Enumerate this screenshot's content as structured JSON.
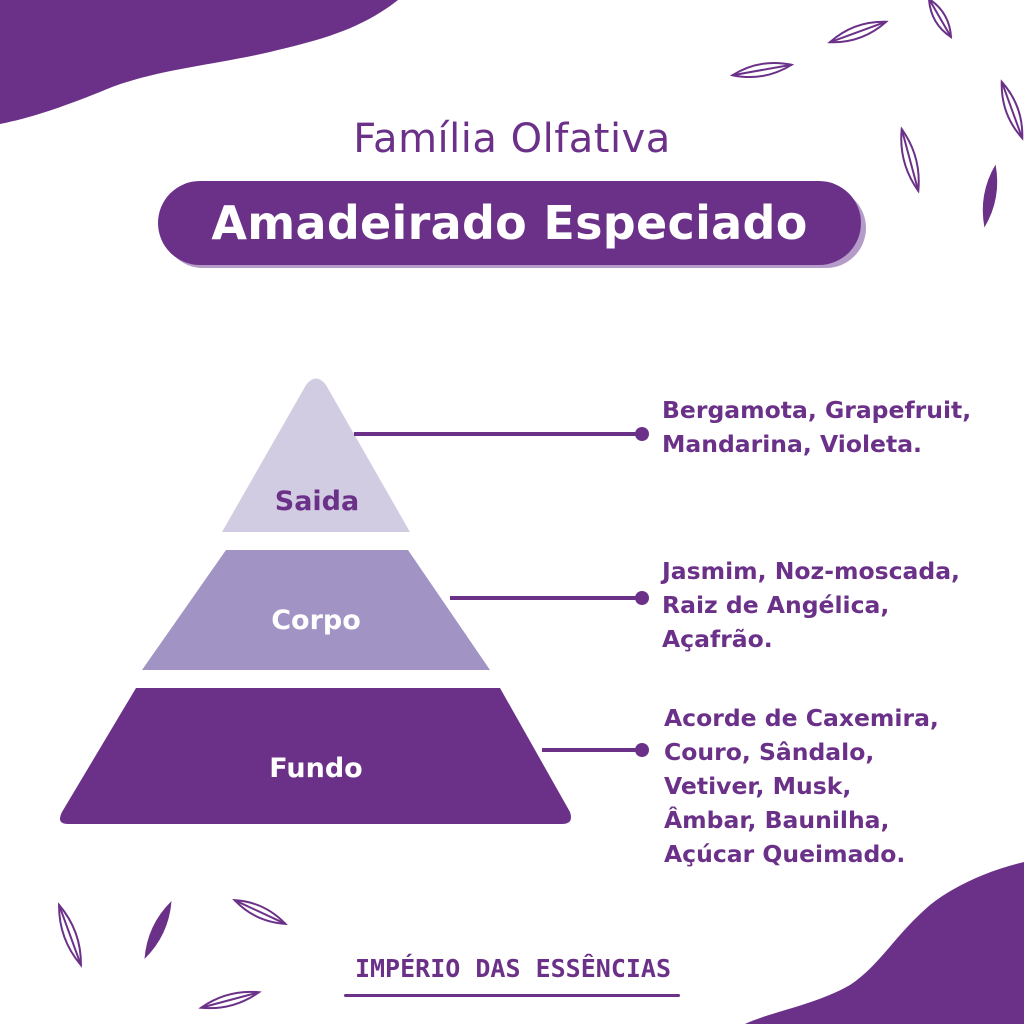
{
  "header": {
    "subtitle": "Família Olfativa",
    "family_name": "Amadeirado Especiado"
  },
  "pyramid": {
    "tiers": [
      {
        "label": "Saida",
        "notes": [
          "Bergamota, Grapefruit,",
          "Mandarina, Violeta."
        ]
      },
      {
        "label": "Corpo",
        "notes": [
          "Jasmim, Noz-moscada,",
          "Raiz de Angélica,",
          "Açafrão."
        ]
      },
      {
        "label": "Fundo",
        "notes": [
          "Acorde de Caxemira,",
          "Couro, Sândalo,",
          "Vetiver, Musk,",
          "Âmbar, Baunilha,",
          "Açúcar Queimado."
        ]
      }
    ]
  },
  "brand": {
    "name": "IMPÉRIO DAS ESSÊNCIAS"
  },
  "colors": {
    "primary": "#6b3189",
    "tier_top": "#d2cce3",
    "tier_middle": "#a193c3",
    "tier_bottom": "#6b3189",
    "background": "#ffffff"
  },
  "icons": [
    "leaf-icon"
  ]
}
